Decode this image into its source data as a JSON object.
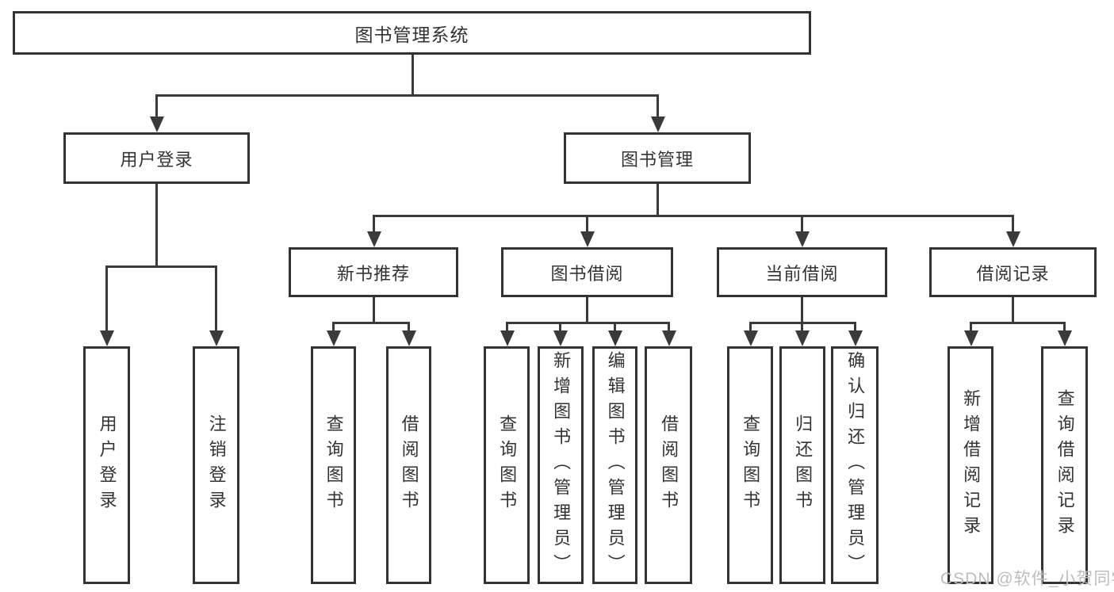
{
  "diagram": {
    "title": "图书管理系统",
    "level2": [
      "用户登录",
      "图书管理"
    ],
    "level3": [
      "新书推荐",
      "图书借阅",
      "当前借阅",
      "借阅记录"
    ],
    "leaves": [
      "用户登录",
      "注销登录",
      "查询图书",
      "借阅图书",
      "查询图书",
      "新增图书（管理员）",
      "编辑图书（管理员）",
      "借阅图书",
      "查询图书",
      "归还图书",
      "确认归还（管理员）",
      "新增借阅记录",
      "查询借阅记录"
    ],
    "colors": {
      "line": "#3a3a3a",
      "border": "#333333",
      "text": "#333333",
      "background": "#ffffff"
    }
  },
  "watermark": {
    "text": "CSDN @软件_小贺同学"
  }
}
